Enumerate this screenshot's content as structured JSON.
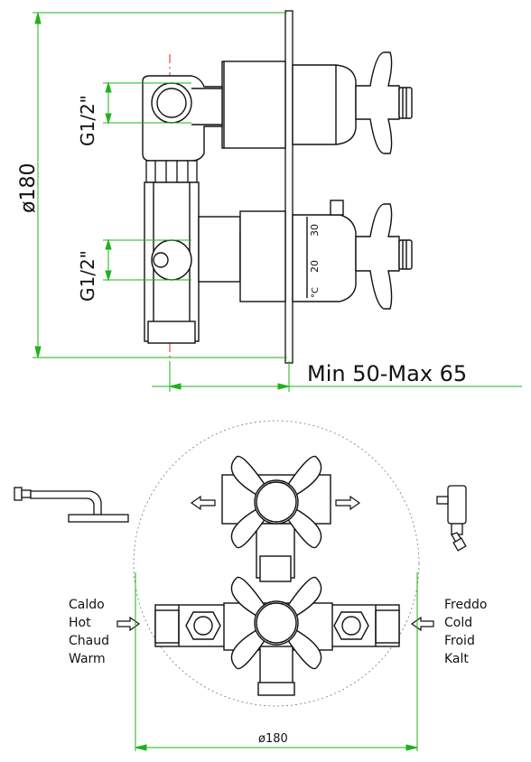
{
  "side_view": {
    "height_dim": "ø180",
    "thread_top": "G1/2\"",
    "thread_bottom": "G1/2\"",
    "depth_range": "Min 50-Max 65",
    "scale_unit": "°C",
    "scale_20": "20",
    "scale_30": "30"
  },
  "front_view": {
    "width_dim": "ø180",
    "inlet_left": [
      "Caldo",
      "Hot",
      "Chaud",
      "Warm"
    ],
    "inlet_right": [
      "Freddo",
      "Cold",
      "Froid",
      "Kalt"
    ],
    "shower_head_icon": "overhead-shower-icon",
    "hand_shower_icon": "hand-shower-icon"
  },
  "colors": {
    "dimension": "#1db31d",
    "axis": "#e02020",
    "outline": "#111111"
  }
}
